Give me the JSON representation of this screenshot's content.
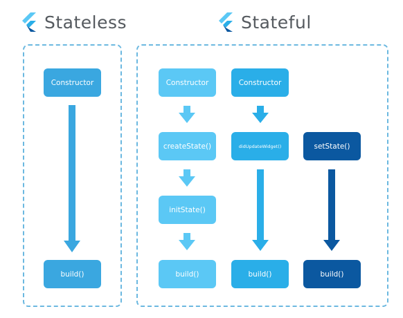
{
  "headings": {
    "stateless": "Stateless",
    "stateful": "Stateful"
  },
  "icons": {
    "logo": "flutter-logo-icon"
  },
  "colors": {
    "panel_border": "#6bb8e0",
    "light_blue": "#5bc8f5",
    "medium_blue": "#2aaee8",
    "stateless_blue": "#3aa7e0",
    "dark_blue": "#0b58a0",
    "heading_text": "#555a5f"
  },
  "stateless": {
    "constructor": "Constructor",
    "build": "build()"
  },
  "stateful": {
    "column1": {
      "constructor": "Constructor",
      "create_state": "createState()",
      "init_state": "initState()",
      "build": "build()"
    },
    "column2": {
      "constructor": "Constructor",
      "did_update_widget": "didUpdateWidget()",
      "build": "build()"
    },
    "column3": {
      "set_state": "setState()",
      "build": "build()"
    }
  }
}
